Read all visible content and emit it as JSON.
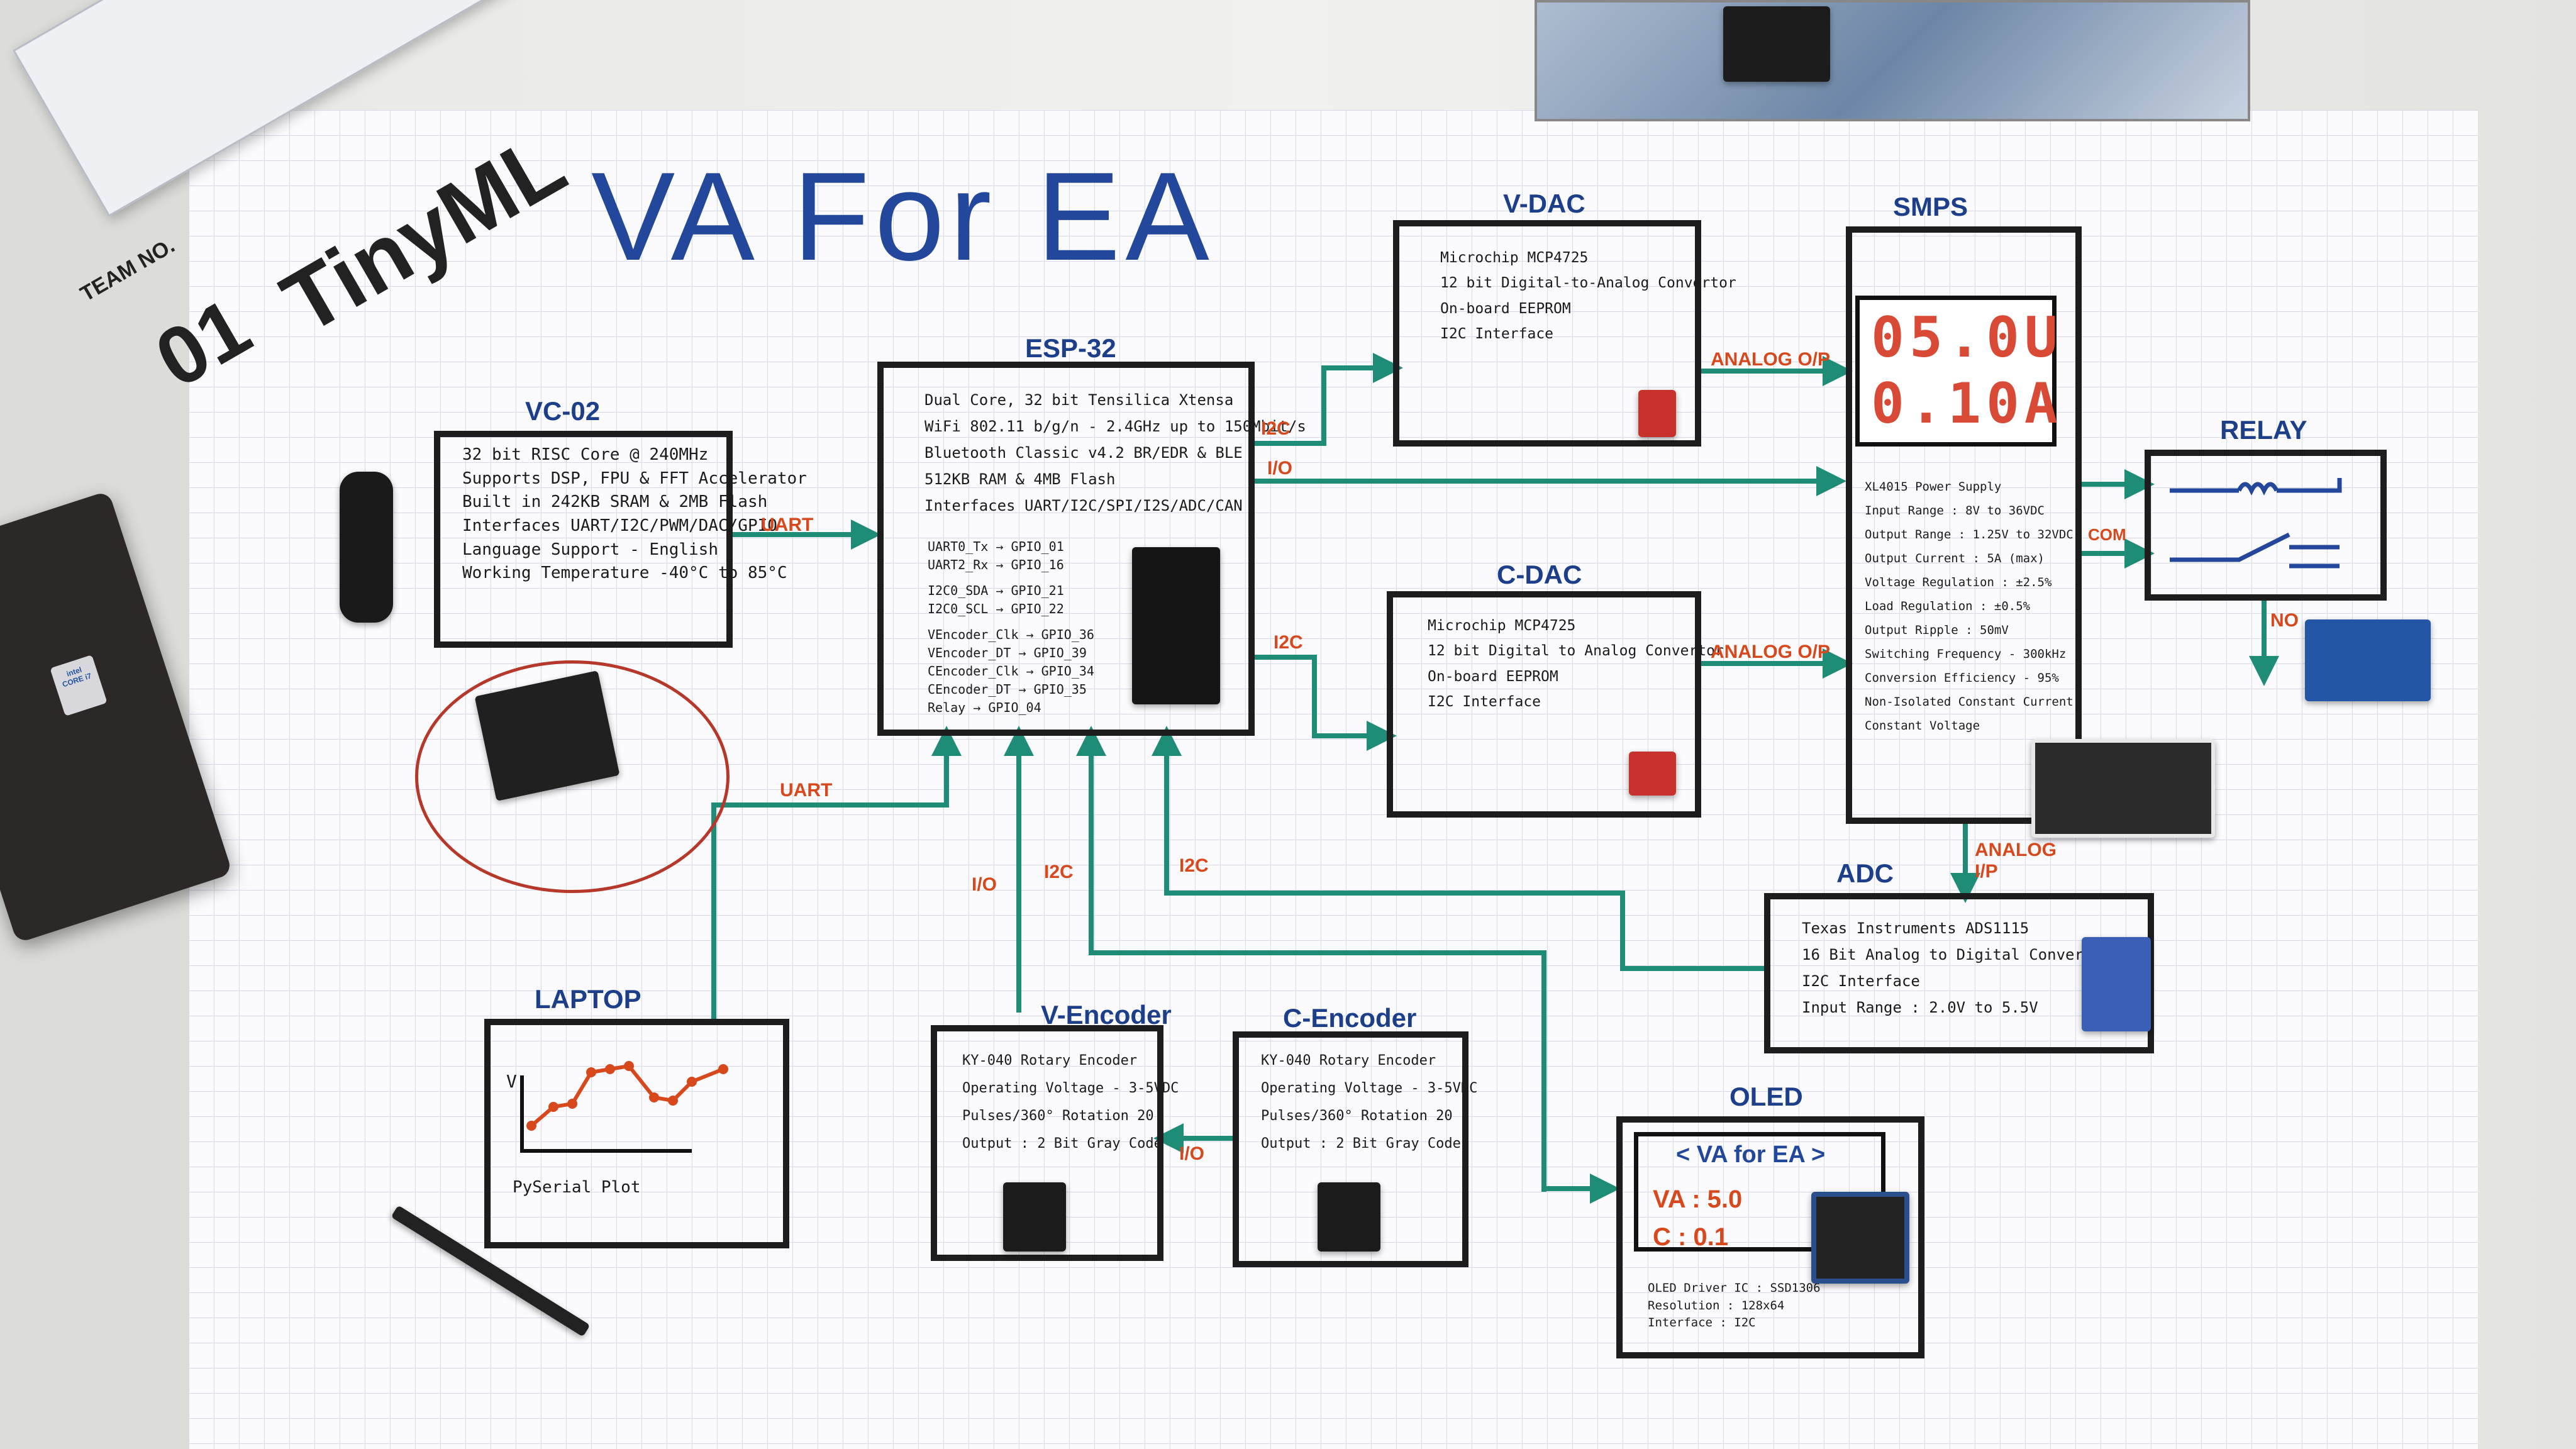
{
  "title": "VA For EA",
  "team": {
    "label": "TEAM NO.",
    "number": "01",
    "name": "TinyML"
  },
  "blocks": {
    "vc02": {
      "title": "VC-02",
      "lines": [
        "32 bit RISC Core @ 240MHz",
        "Supports DSP, FPU & FFT Accelerator",
        "Built in 242KB SRAM & 2MB Flash",
        "Interfaces UART/I2C/PWM/DAC/GPIO",
        "Language Support - English",
        "Working Temperature -40°C to 85°C"
      ]
    },
    "esp32": {
      "title": "ESP-32",
      "lines": [
        "Dual Core, 32 bit Tensilica Xtensa",
        "WiFi 802.11 b/g/n - 2.4GHz up to 150Mbit/s",
        "Bluetooth Classic v4.2 BR/EDR & BLE",
        "512KB RAM & 4MB Flash",
        "Interfaces UART/I2C/SPI/I2S/ADC/CAN"
      ],
      "pins": [
        "UART0_Tx → GPIO_01",
        "UART2_Rx → GPIO_16",
        "I2C0_SDA → GPIO_21",
        "I2C0_SCL → GPIO_22",
        "VEncoder_Clk → GPIO_36",
        "VEncoder_DT → GPIO_39",
        "CEncoder_Clk → GPIO_34",
        "CEncoder_DT → GPIO_35",
        "Relay → GPIO_04"
      ]
    },
    "vdac": {
      "title": "V-DAC",
      "lines": [
        "Microchip MCP4725",
        "12 bit Digital-to-Analog Convertor",
        "On-board EEPROM",
        "I2C Interface"
      ]
    },
    "cdac": {
      "title": "C-DAC",
      "lines": [
        "Microchip MCP4725",
        "12 bit Digital to Analog Convertor",
        "On-board EEPROM",
        "I2C Interface"
      ]
    },
    "smps": {
      "title": "SMPS",
      "display_v": "05.0U",
      "display_a": "0.10A",
      "lines": [
        "XL4015 Power Supply",
        "Input Range : 8V to 36VDC",
        "Output Range : 1.25V to 32VDC",
        "Output Current : 5A (max)",
        "Voltage Regulation : ±2.5%",
        "Load Regulation : ±0.5%",
        "Output Ripple : 50mV",
        "Switching Frequency - 300kHz",
        "Conversion Efficiency - 95%",
        "Non-Isolated Constant Current,",
        "Constant Voltage"
      ]
    },
    "relay": {
      "title": "RELAY"
    },
    "adc": {
      "title": "ADC",
      "lines": [
        "Texas Instruments ADS1115",
        "16 Bit Analog to Digital Convertor",
        "I2C Interface",
        "Input Range : 2.0V to 5.5V"
      ]
    },
    "laptop": {
      "title": "LAPTOP",
      "plot_label": "PySerial Plot",
      "y_axis": "V"
    },
    "vencoder": {
      "title": "V-Encoder",
      "lines": [
        "KY-040 Rotary Encoder",
        "Operating Voltage - 3-5VDC",
        "Pulses/360° Rotation 20",
        "Output : 2 Bit Gray Code"
      ]
    },
    "cencoder": {
      "title": "C-Encoder",
      "lines": [
        "KY-040 Rotary Encoder",
        "Operating Voltage - 3-5VDC",
        "Pulses/360° Rotation 20",
        "Output : 2 Bit Gray Code"
      ]
    },
    "oled": {
      "title": "OLED",
      "header": "< VA for EA >",
      "va": "VA : 5.0",
      "c": "C : 0.1",
      "lines": [
        "OLED Driver IC : SSD1306",
        "Resolution : 128x64",
        "Interface : I2C"
      ]
    }
  },
  "signals": {
    "uart1": "UART",
    "uart2": "UART",
    "i2c_vdac": "I2C",
    "io_smps": "I/O",
    "i2c_cdac": "I2C",
    "analog_op1": "ANALOG O/P",
    "analog_op2": "ANALOG O/P",
    "com": "COM",
    "no": "NO",
    "analog_ip": "ANALOG I/P",
    "io_venc": "I/O",
    "i2c_mid": "I2C",
    "i2c_adc": "I2C",
    "io_cenc": "I/O"
  },
  "colors": {
    "wire": "#1f8c78",
    "ink": "#1d1d1d",
    "blue_ink": "#1d3f8a",
    "orange_ink": "#d8481d"
  }
}
